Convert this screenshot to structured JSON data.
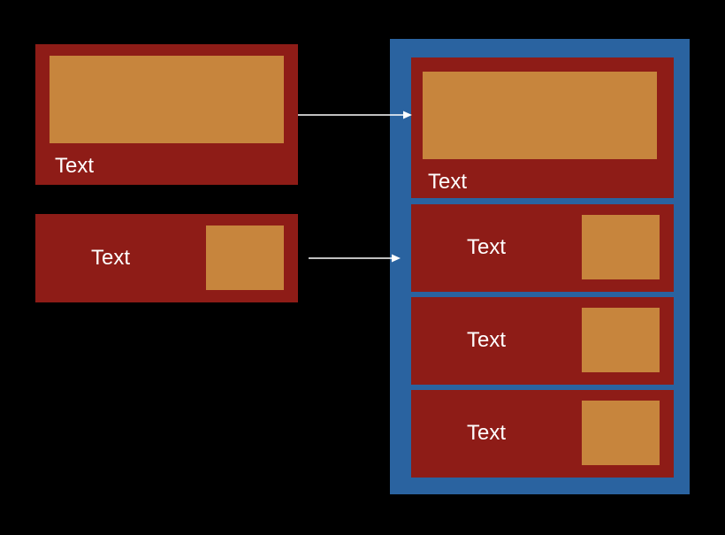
{
  "colors": {
    "background": "#000000",
    "card": "#8e1c17",
    "image_placeholder": "#c7853d",
    "container": "#2a63a0",
    "arrow": "#ffffff",
    "text": "#ffffff"
  },
  "source": {
    "large_card": {
      "label": "Text"
    },
    "small_card": {
      "label": "Text"
    }
  },
  "container": {
    "large_card": {
      "label": "Text"
    },
    "rows": [
      {
        "label": "Text"
      },
      {
        "label": "Text"
      },
      {
        "label": "Text"
      }
    ]
  }
}
